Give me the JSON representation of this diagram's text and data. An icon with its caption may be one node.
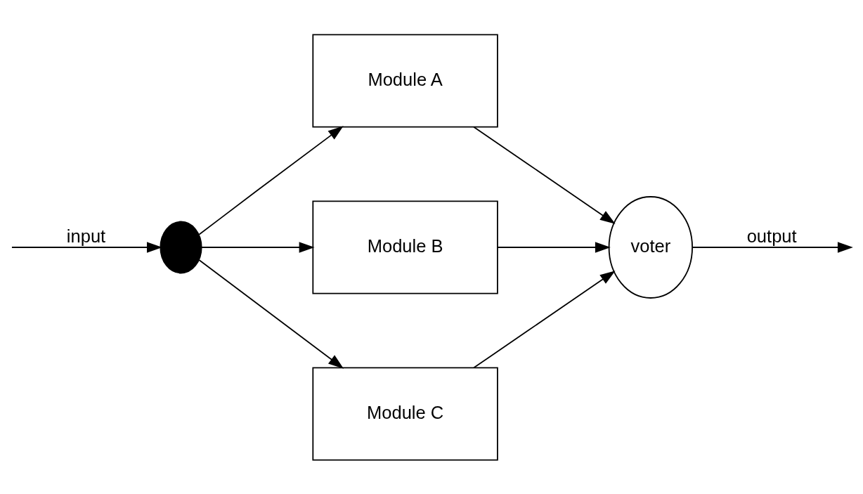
{
  "diagram": {
    "nodes": [
      {
        "text": [],
        "shape": "circle"
      },
      {
        "text": [
          "Module A"
        ]
      },
      {
        "text": [
          "Module B"
        ]
      },
      {
        "text": [
          "Module C"
        ]
      },
      {
        "text": [
          "voter"
        ]
      }
    ],
    "edges": [
      {
        "from": null,
        "to": 0,
        "arrow": "to",
        "label": "input"
      },
      {
        "from": 0,
        "to": 1,
        "arrow": "to"
      },
      {
        "from": 0,
        "to": 2,
        "arrow": "to"
      },
      {
        "from": 0,
        "to": 3,
        "arrow": "to"
      },
      {
        "from": 1,
        "to": 4,
        "arrow": "to"
      },
      {
        "from": 2,
        "to": 4,
        "arrow": "to"
      },
      {
        "from": 3,
        "to": 4,
        "arrow": "to"
      },
      {
        "from": 4,
        "to": null,
        "arrow": "to",
        "label": "output"
      }
    ]
  }
}
